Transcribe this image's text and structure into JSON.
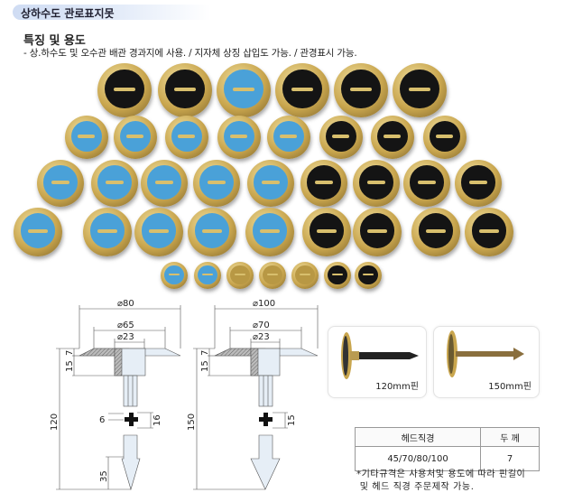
{
  "header": {
    "title": "상하수도 관로표지못"
  },
  "features": {
    "title": "특징 및 용도",
    "description": "- 상.하수도 및 오수관 배관 경과지에 사용. / 지자체 상징 삽입도 가능. / 관경표시 가능."
  },
  "drawings": {
    "left": {
      "outer": "⌀80",
      "inner": "⌀65",
      "stem": "⌀23",
      "head_thickness": "7",
      "hub_height": "15",
      "total_length": "120",
      "cross_width": "6",
      "cross_size": "16",
      "tip_length": "35"
    },
    "right": {
      "outer": "⌀100",
      "inner": "⌀70",
      "stem": "⌀23",
      "head_thickness": "7",
      "hub_height": "15",
      "total_length": "150",
      "cross_size": "15"
    }
  },
  "pins": [
    {
      "label": "120mm핀"
    },
    {
      "label": "150mm핀"
    }
  ],
  "spec_table": {
    "headers": [
      "헤드직경",
      "두 께"
    ],
    "rows": [
      [
        "45/70/80/100",
        "7"
      ]
    ]
  },
  "note": [
    "*기타규격은 사용처및 용도에 따라 핀길이",
    " 및 헤드 직경 주문제작 가능."
  ]
}
